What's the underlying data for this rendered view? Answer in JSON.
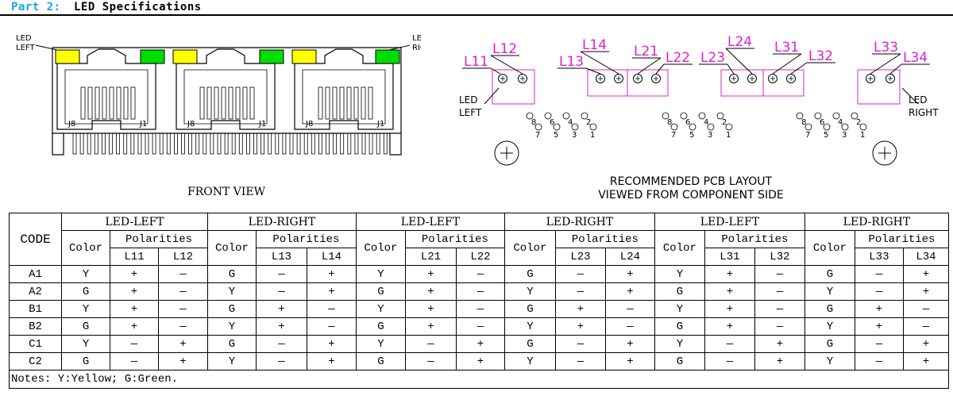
{
  "header": {
    "part": "Part 2:",
    "title": "LED Specifications"
  },
  "front_view": {
    "caption": "FRONT VIEW",
    "led_left_label": [
      "LED",
      "LEFT"
    ],
    "led_right_label": [
      "LED",
      "RIGHT"
    ],
    "pin_labels": [
      "J8",
      "J1"
    ],
    "led_colors": [
      "#ffff00",
      "#00dd00",
      "#ffff00",
      "#00dd00",
      "#ffff00",
      "#00dd00"
    ]
  },
  "pcb": {
    "caption_line1": "RECOMMENDED PCB LAYOUT",
    "caption_line2": "VIEWED FROM COMPONENT SIDE",
    "led_labels": [
      "L11",
      "L12",
      "L13",
      "L14",
      "L21",
      "L22",
      "L23",
      "L24",
      "L31",
      "L32",
      "L33",
      "L34"
    ],
    "led_left_label": [
      "LED",
      "LEFT"
    ],
    "led_right_label": [
      "LED",
      "RIGHT"
    ],
    "pin_numbers": [
      "8",
      "6",
      "4",
      "2",
      "7",
      "5",
      "3",
      "1"
    ],
    "accent": "#e020d0"
  },
  "table": {
    "code_header": "CODE",
    "groups": [
      "LED-LEFT",
      "LED-RIGHT",
      "LED-LEFT",
      "LED-RIGHT",
      "LED-LEFT",
      "LED-RIGHT"
    ],
    "color_header": "Color",
    "polarities_header": "Polarities",
    "led_headers": [
      [
        "L11",
        "L12"
      ],
      [
        "L13",
        "L14"
      ],
      [
        "L21",
        "L22"
      ],
      [
        "L23",
        "L24"
      ],
      [
        "L31",
        "L32"
      ],
      [
        "L33",
        "L34"
      ]
    ],
    "rows": [
      {
        "code": "A1",
        "cells": [
          [
            "Y",
            "+",
            "—"
          ],
          [
            "G",
            "—",
            "+"
          ],
          [
            "Y",
            "+",
            "—"
          ],
          [
            "G",
            "—",
            "+"
          ],
          [
            "Y",
            "+",
            "—"
          ],
          [
            "G",
            "—",
            "+"
          ]
        ]
      },
      {
        "code": "A2",
        "cells": [
          [
            "G",
            "+",
            "—"
          ],
          [
            "Y",
            "—",
            "+"
          ],
          [
            "G",
            "+",
            "—"
          ],
          [
            "Y",
            "—",
            "+"
          ],
          [
            "G",
            "+",
            "—"
          ],
          [
            "Y",
            "—",
            "+"
          ]
        ]
      },
      {
        "code": "B1",
        "cells": [
          [
            "Y",
            "+",
            "—"
          ],
          [
            "G",
            "+",
            "—"
          ],
          [
            "Y",
            "+",
            "—"
          ],
          [
            "G",
            "+",
            "—"
          ],
          [
            "Y",
            "+",
            "—"
          ],
          [
            "G",
            "+",
            "—"
          ]
        ]
      },
      {
        "code": "B2",
        "cells": [
          [
            "G",
            "+",
            "—"
          ],
          [
            "Y",
            "+",
            "—"
          ],
          [
            "G",
            "+",
            "—"
          ],
          [
            "Y",
            "+",
            "—"
          ],
          [
            "G",
            "+",
            "—"
          ],
          [
            "Y",
            "+",
            "—"
          ]
        ]
      },
      {
        "code": "C1",
        "cells": [
          [
            "Y",
            "—",
            "+"
          ],
          [
            "G",
            "—",
            "+"
          ],
          [
            "Y",
            "—",
            "+"
          ],
          [
            "G",
            "—",
            "+"
          ],
          [
            "Y",
            "—",
            "+"
          ],
          [
            "G",
            "—",
            "+"
          ]
        ]
      },
      {
        "code": "C2",
        "cells": [
          [
            "G",
            "—",
            "+"
          ],
          [
            "Y",
            "—",
            "+"
          ],
          [
            "G",
            "—",
            "+"
          ],
          [
            "Y",
            "—",
            "+"
          ],
          [
            "G",
            "—",
            "+"
          ],
          [
            "Y",
            "—",
            "+"
          ]
        ]
      }
    ],
    "notes": "Notes:  Y:Yellow;  G:Green."
  }
}
